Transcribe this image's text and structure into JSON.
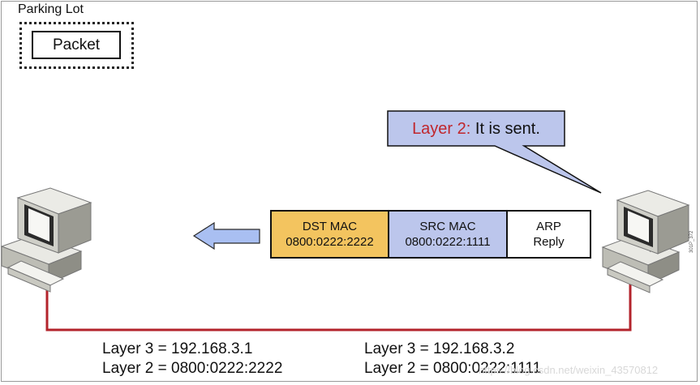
{
  "parking_lot": {
    "title": "Parking Lot",
    "packet_label": "Packet"
  },
  "callout": {
    "layer_label": "Layer 2:",
    "message": " It is sent."
  },
  "frame": {
    "dst": {
      "title": "DST MAC",
      "mac": "0800:0222:2222"
    },
    "src": {
      "title": "SRC MAC",
      "mac": "0800:0222:1111"
    },
    "payload": {
      "line1": "ARP",
      "line2": "Reply"
    }
  },
  "hosts": {
    "left": {
      "layer3": "Layer 3 = 192.168.3.1",
      "layer2": "Layer 2 = 0800:0222:2222"
    },
    "right": {
      "layer3": "Layer 3 = 192.168.3.2",
      "layer2": "Layer 2 = 0800:0222:1111"
    }
  },
  "side_code": "301P_372",
  "watermark": "https://blog.csdn.net/weixin_43570812",
  "colors": {
    "dst_fill": "#f3c45f",
    "src_fill": "#bcc6ec",
    "callout_fill": "#bcc6ec",
    "arrow_fill": "#a9bff2",
    "link_line": "#b3232b",
    "layer_label": "#c0262c"
  },
  "icons": {
    "left_host": "desktop-computer-icon",
    "right_host": "desktop-computer-icon",
    "direction": "arrow-left-icon"
  }
}
